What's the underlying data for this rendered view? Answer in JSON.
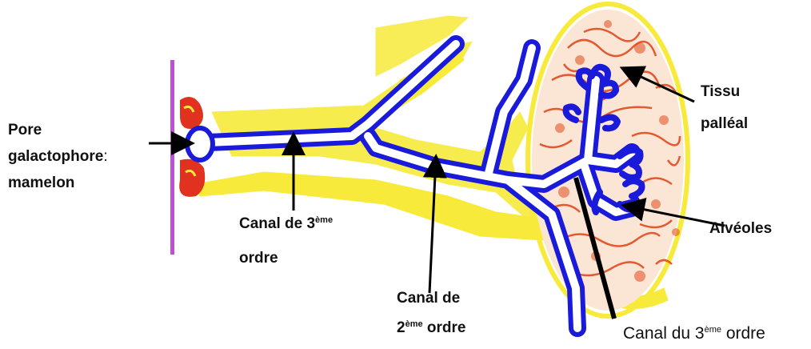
{
  "labels": {
    "pore": {
      "line1": "Pore",
      "line2": "galactophore",
      "colon": ":",
      "line3": "mamelon"
    },
    "canal3_left": {
      "word": "Canal  de 3",
      "sup": "ème",
      "line2": "ordre"
    },
    "canal2": {
      "line1": "Canal  de",
      "num": "2",
      "sup": "ème",
      "rest": " ordre"
    },
    "tissu": {
      "line1": "Tissu",
      "line2": "palléal"
    },
    "alveoles": {
      "text": "Alvéoles"
    },
    "canal3_right": {
      "word": "Canal du 3",
      "sup": "ème",
      "rest": " ordre"
    }
  },
  "colors": {
    "duct": "#1a1adb",
    "fat": "#f7ea3a",
    "tissue": "#e24a1e",
    "nipple": "#c04fd8",
    "pore_red": "#e0321e"
  }
}
